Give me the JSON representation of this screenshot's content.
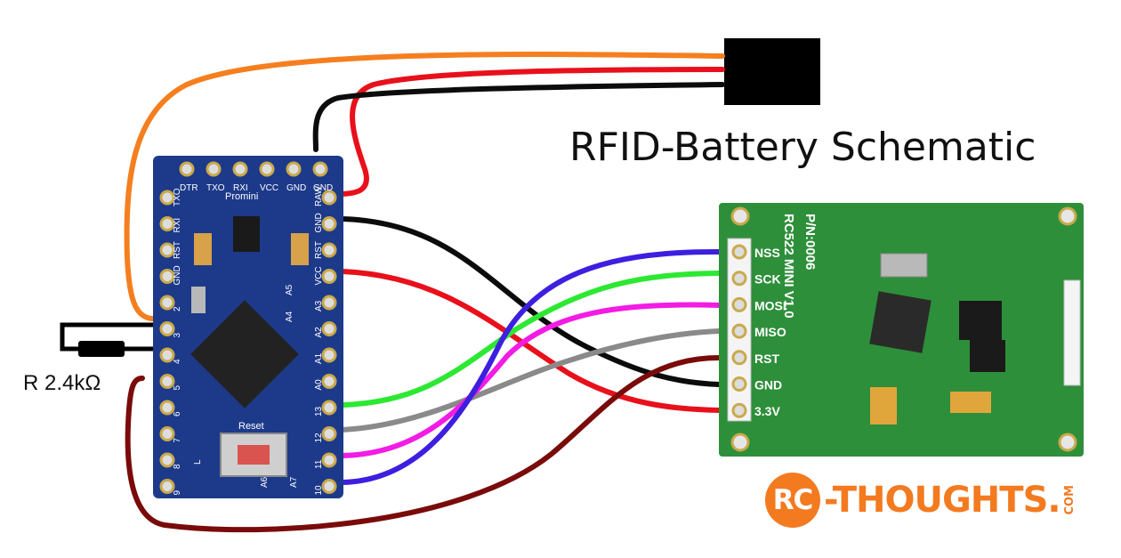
{
  "title": "RFID-Battery Schematic",
  "resistor_label": "R 2.4kΩ",
  "logo": {
    "circle": "RC",
    "text": "-THOUGHTS.",
    "suffix": "COM"
  },
  "arduino": {
    "model": "Promini",
    "reset_label": "Reset",
    "top_pins": [
      "DTR",
      "TXO",
      "RXI",
      "VCC",
      "GND",
      "GND"
    ],
    "left_pins": [
      "TXO",
      "RXI",
      "RST",
      "GND",
      "2",
      "3",
      "4",
      "5",
      "6",
      "7",
      "8",
      "9"
    ],
    "right_pins": [
      "RAW",
      "GND",
      "RST",
      "VCC",
      "A3",
      "A2",
      "A1",
      "A0",
      "13",
      "12",
      "11",
      "10"
    ],
    "extra_labels": [
      "A5",
      "A4",
      "A6",
      "A7",
      "L"
    ]
  },
  "rc522": {
    "part_number": "P/N:0006",
    "model": "RC522 MINI V1.0",
    "pins": [
      "NSS",
      "SCK",
      "MOSI",
      "MISO",
      "RST",
      "GND",
      "3.3V"
    ]
  },
  "colors": {
    "orange": "#f57f1f",
    "red": "#e8101b",
    "black": "#0c0c0c",
    "blue": "#3d1fe0",
    "green": "#2de832",
    "magenta": "#f21ce4",
    "gray": "#8a8a8a",
    "darkred": "#7a0b0b",
    "board_blue": "#1d3a8a",
    "board_green": "#2e8f3a",
    "logo_orange": "#f47a20"
  }
}
